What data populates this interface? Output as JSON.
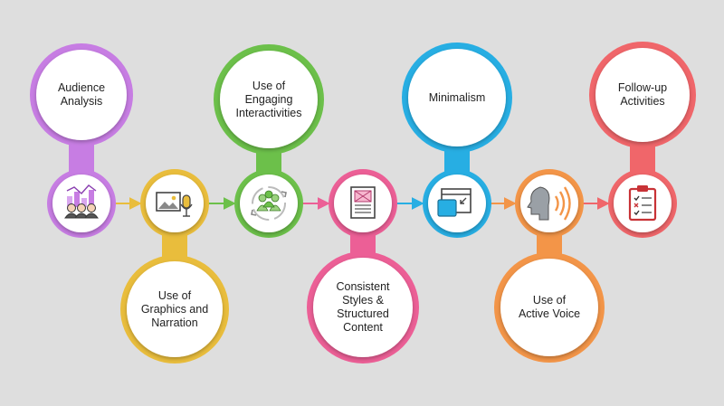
{
  "steps": [
    {
      "label": "Audience\nAnalysis",
      "color": "#c77de3",
      "icon": "audience-analysis-icon"
    },
    {
      "label": "Use of\nGraphics  and\nNarration",
      "color": "#e9bd3c",
      "icon": "graphics-narration-icon"
    },
    {
      "label": "Use of\nEngaging\nInteractivities",
      "color": "#6cc04a",
      "icon": "interactivities-icon"
    },
    {
      "label": "Consistent\nStyles &\nStructured\nContent",
      "color": "#ec5f96",
      "icon": "structured-content-icon"
    },
    {
      "label": "Minimalism",
      "color": "#27aee3",
      "icon": "minimalism-icon"
    },
    {
      "label": "Use of\nActive Voice",
      "color": "#f39548",
      "icon": "active-voice-icon"
    },
    {
      "label": "Follow-up\nActivities",
      "color": "#f0666a",
      "icon": "follow-up-activities-icon"
    }
  ]
}
